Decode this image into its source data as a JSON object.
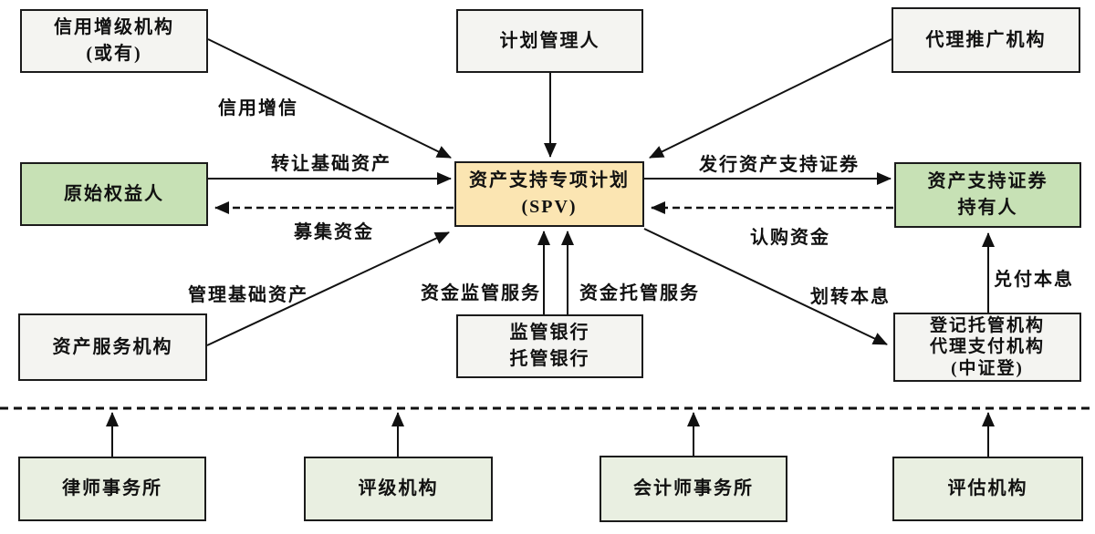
{
  "diagram": {
    "nodes": {
      "credit_enhancer": {
        "label": "信用增级机构\n(或有)"
      },
      "plan_manager": {
        "label": "计划管理人"
      },
      "promotion_agent": {
        "label": "代理推广机构"
      },
      "originator": {
        "label": "原始权益人"
      },
      "spv": {
        "label": "资产支持专项计划\n(SPV)"
      },
      "abs_holders": {
        "label": "资产支持证券\n持有人"
      },
      "asset_servicer": {
        "label": "资产服务机构"
      },
      "banks": {
        "label": "监管银行\n托管银行"
      },
      "registrar": {
        "label": "登记托管机构\n代理支付机构\n(中证登)"
      },
      "law_firm": {
        "label": "律师事务所"
      },
      "rating_agency": {
        "label": "评级机构"
      },
      "accounting_firm": {
        "label": "会计师事务所"
      },
      "appraisal_agency": {
        "label": "评估机构"
      }
    },
    "edges": {
      "credit_enhancement": "信用增信",
      "transfer_assets": "转让基础资产",
      "raise_funds": "募集资金",
      "issue_abs": "发行资产支持证券",
      "subscription_funds": "认购资金",
      "manage_assets": "管理基础资产",
      "fund_supervision": "资金监管服务",
      "fund_custody": "资金托管服务",
      "transfer_principal_interest": "划转本息",
      "pay_principal_interest": "兑付本息"
    },
    "colors": {
      "box_border": "#1b1b1b",
      "white_box": "#f4f4f1",
      "green_box": "#c7e1b5",
      "pale_green_box": "#e9efe1",
      "yellow_box": "#fbe5b2",
      "line": "#111111"
    }
  }
}
